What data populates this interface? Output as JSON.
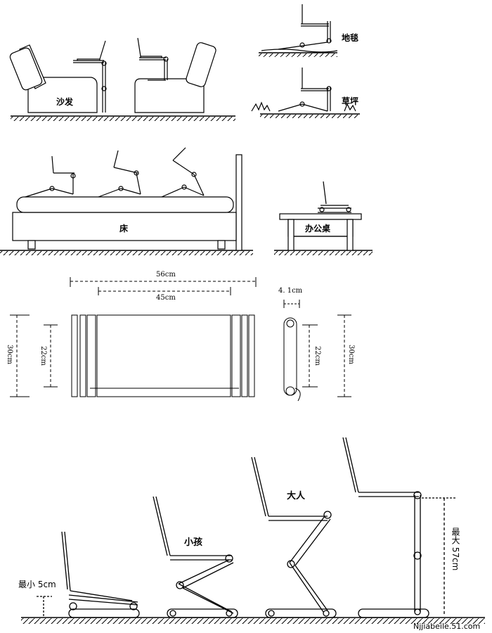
{
  "labels": {
    "sofa": "沙发",
    "carpet": "地毯",
    "lawn": "草坪",
    "bed": "床",
    "desk": "办公桌",
    "child": "小孩",
    "adult": "大人",
    "min_height": "最小 5cm",
    "max_height": "最大 57cm"
  },
  "dimensions": {
    "length_outer": "56cm",
    "length_inner": "45cm",
    "thickness": "4. 1cm",
    "width_outer_left": "30cm",
    "width_inner_left": "22cm",
    "width_inner_right": "22cm",
    "width_outer_right": "30cm"
  },
  "watermark": "Njjiabeile.51.com"
}
